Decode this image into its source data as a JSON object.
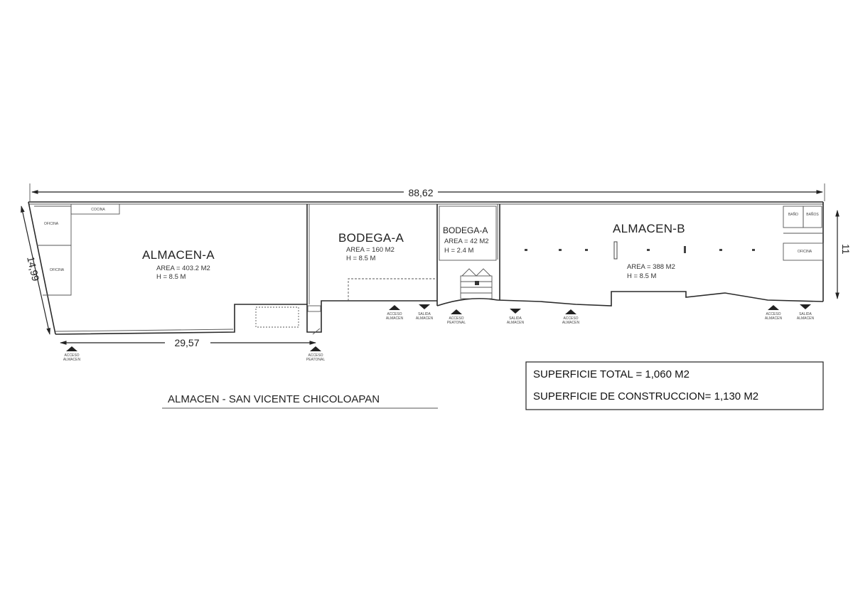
{
  "plan": {
    "overall_width": "88,62",
    "left_depth": "14,99",
    "right_depth": "11",
    "front_dimension": "29,57",
    "title": "ALMACEN - SAN VICENTE CHICOLOAPAN"
  },
  "rooms": {
    "almacen_a": {
      "name": "ALMACEN-A",
      "area": "AREA = 403.2 M2",
      "height": "H = 8.5 M"
    },
    "bodega_a_large": {
      "name": "BODEGA-A",
      "area": "AREA = 160 M2",
      "height": "H = 8.5 M"
    },
    "bodega_a_small": {
      "name": "BODEGA-A",
      "area": "AREA = 42 M2",
      "height": "H = 2.4 M"
    },
    "almacen_b": {
      "name": "ALMACEN-B",
      "area": "AREA = 388 M2",
      "height": "H = 8.5 M"
    }
  },
  "small_labels": {
    "oficina_1": "OFICINA",
    "oficina_2": "OFICINA",
    "oficina_3": "OFICINA",
    "cocina": "COCINA",
    "bano_1": "BAÑO",
    "bano_2": "BAÑOS",
    "acceso": "ACCESO",
    "salida": "SALIDA",
    "almacen_word": "ALMACEN",
    "peatonal_word": "PEATONAL"
  },
  "summary": {
    "total": "SUPERFICIE TOTAL = 1,060 M2",
    "construction": "SUPERFICIE DE CONSTRUCCION= 1,130 M2"
  }
}
